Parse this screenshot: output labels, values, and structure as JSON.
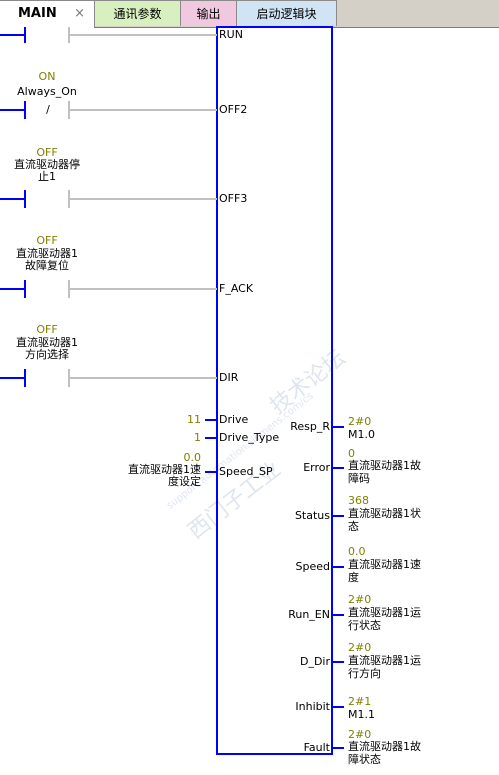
{
  "tabs": [
    {
      "label": "MAIN",
      "active": true,
      "color": "#ffffff"
    },
    {
      "label": "通讯参数",
      "active": false,
      "color": "#d8f0c0"
    },
    {
      "label": "输出",
      "active": false,
      "color": "#f0c8e0"
    },
    {
      "label": "启动逻辑块",
      "active": false,
      "color": "#d0e4f4"
    }
  ],
  "tab_close": "×",
  "block": {
    "inputs": {
      "run": "RUN",
      "off2": "OFF2",
      "off3": "OFF3",
      "f_ack": "F_ACK",
      "dir": "DIR",
      "drive": "Drive",
      "drive_type": "Drive_Type",
      "speed_sp": "Speed_SP"
    },
    "outputs": {
      "resp_r": "Resp_R",
      "error": "Error",
      "status": "Status",
      "speed": "Speed",
      "run_en": "Run_EN",
      "d_dir": "D_Dir",
      "inhibit": "Inhibit",
      "fault": "Fault"
    }
  },
  "contacts": {
    "always_on": {
      "state": "ON",
      "label": "Always_On",
      "symbol": "/"
    },
    "stop": {
      "state": "OFF",
      "label1": "直流驱动器停",
      "label2": "止1"
    },
    "fault_reset": {
      "state": "OFF",
      "label1": "直流驱动器1",
      "label2": "故障复位"
    },
    "direction": {
      "state": "OFF",
      "label1": "直流驱动器1",
      "label2": "方向选择"
    }
  },
  "input_values": {
    "drive": "11",
    "drive_type": "1",
    "speed_sp_val": "0.0",
    "speed_sp_name1": "直流驱动器1速",
    "speed_sp_name2": "度设定"
  },
  "output_values": {
    "resp_r": {
      "val": "2#0",
      "name1": "M1.0",
      "name2": ""
    },
    "error": {
      "val": "0",
      "name1": "直流驱动器1故",
      "name2": "障码"
    },
    "status": {
      "val": "368",
      "name1": "直流驱动器1状",
      "name2": "态"
    },
    "speed": {
      "val": "0.0",
      "name1": "直流驱动器1速",
      "name2": "度"
    },
    "run_en": {
      "val": "2#0",
      "name1": "直流驱动器1运",
      "name2": "行状态"
    },
    "d_dir": {
      "val": "2#0",
      "name1": "直流驱动器1运",
      "name2": "行方向"
    },
    "inhibit": {
      "val": "2#1",
      "name1": "M1.1",
      "name2": ""
    },
    "fault": {
      "val": "2#0",
      "name1": "直流驱动器1故",
      "name2": "障状态"
    }
  },
  "watermark": {
    "line1": "西门子工业",
    "line2": "技术论坛",
    "line3": "support.automation.siemens.com/cs"
  },
  "colors": {
    "rung": "#0000ff",
    "contact_off": "#c0c0c0",
    "status_value": "#808000"
  }
}
